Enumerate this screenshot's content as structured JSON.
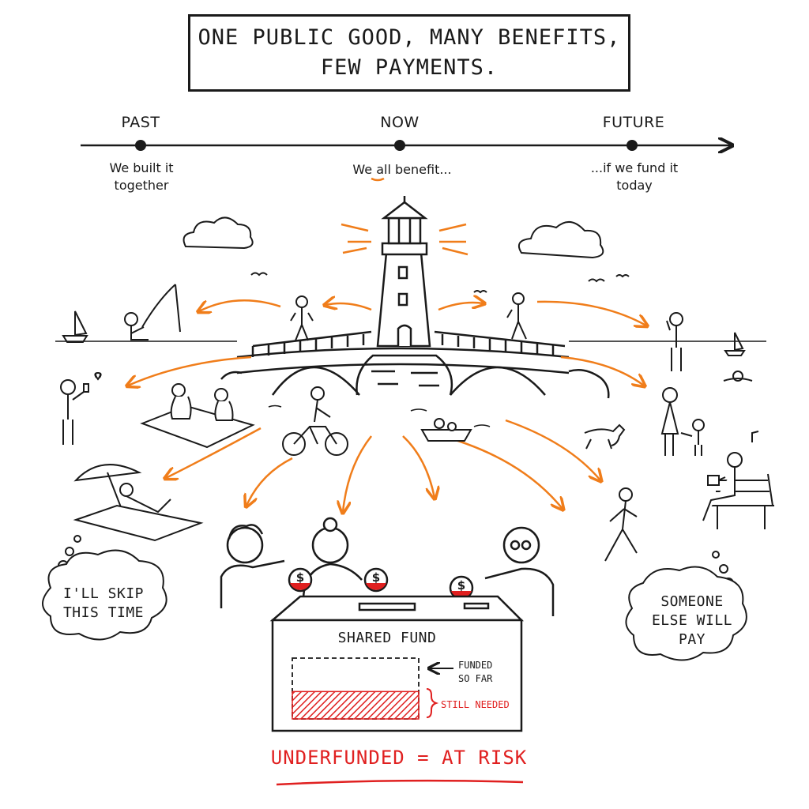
{
  "title": {
    "line1": "ONE PUBLIC GOOD, MANY BENEFITS,",
    "line2": "FEW PAYMENTS."
  },
  "timeline": {
    "points": [
      {
        "label": "PAST",
        "caption_line1": "We built it",
        "caption_line2": "together"
      },
      {
        "label": "NOW",
        "caption_line1": "We all benefit...",
        "caption_line2": ""
      },
      {
        "label": "FUTURE",
        "caption_line1": "...if we fund it",
        "caption_line2": "today"
      }
    ]
  },
  "thoughts": {
    "left_line1": "I'LL SKIP",
    "left_line2": "THIS TIME",
    "right_line1": "SOMEONE",
    "right_line2": "ELSE WILL",
    "right_line3": "PAY"
  },
  "fund": {
    "title": "SHARED FUND",
    "funded_line1": "FUNDED",
    "funded_line2": "SO FAR",
    "needed": "STILL NEEDED",
    "coin_symbol": "$",
    "funded_fraction": 0.55
  },
  "verdict": "UNDERFUNDED = AT RISK",
  "colors": {
    "ink": "#1a1a1a",
    "accent": "#f07d1a",
    "alert": "#e02020"
  },
  "icons": [
    "lighthouse-icon",
    "bridge-icon",
    "coin-icon",
    "cloud-icon",
    "sailboat-icon",
    "bicycle-icon",
    "umbrella-icon",
    "bench-icon",
    "dog-icon"
  ]
}
